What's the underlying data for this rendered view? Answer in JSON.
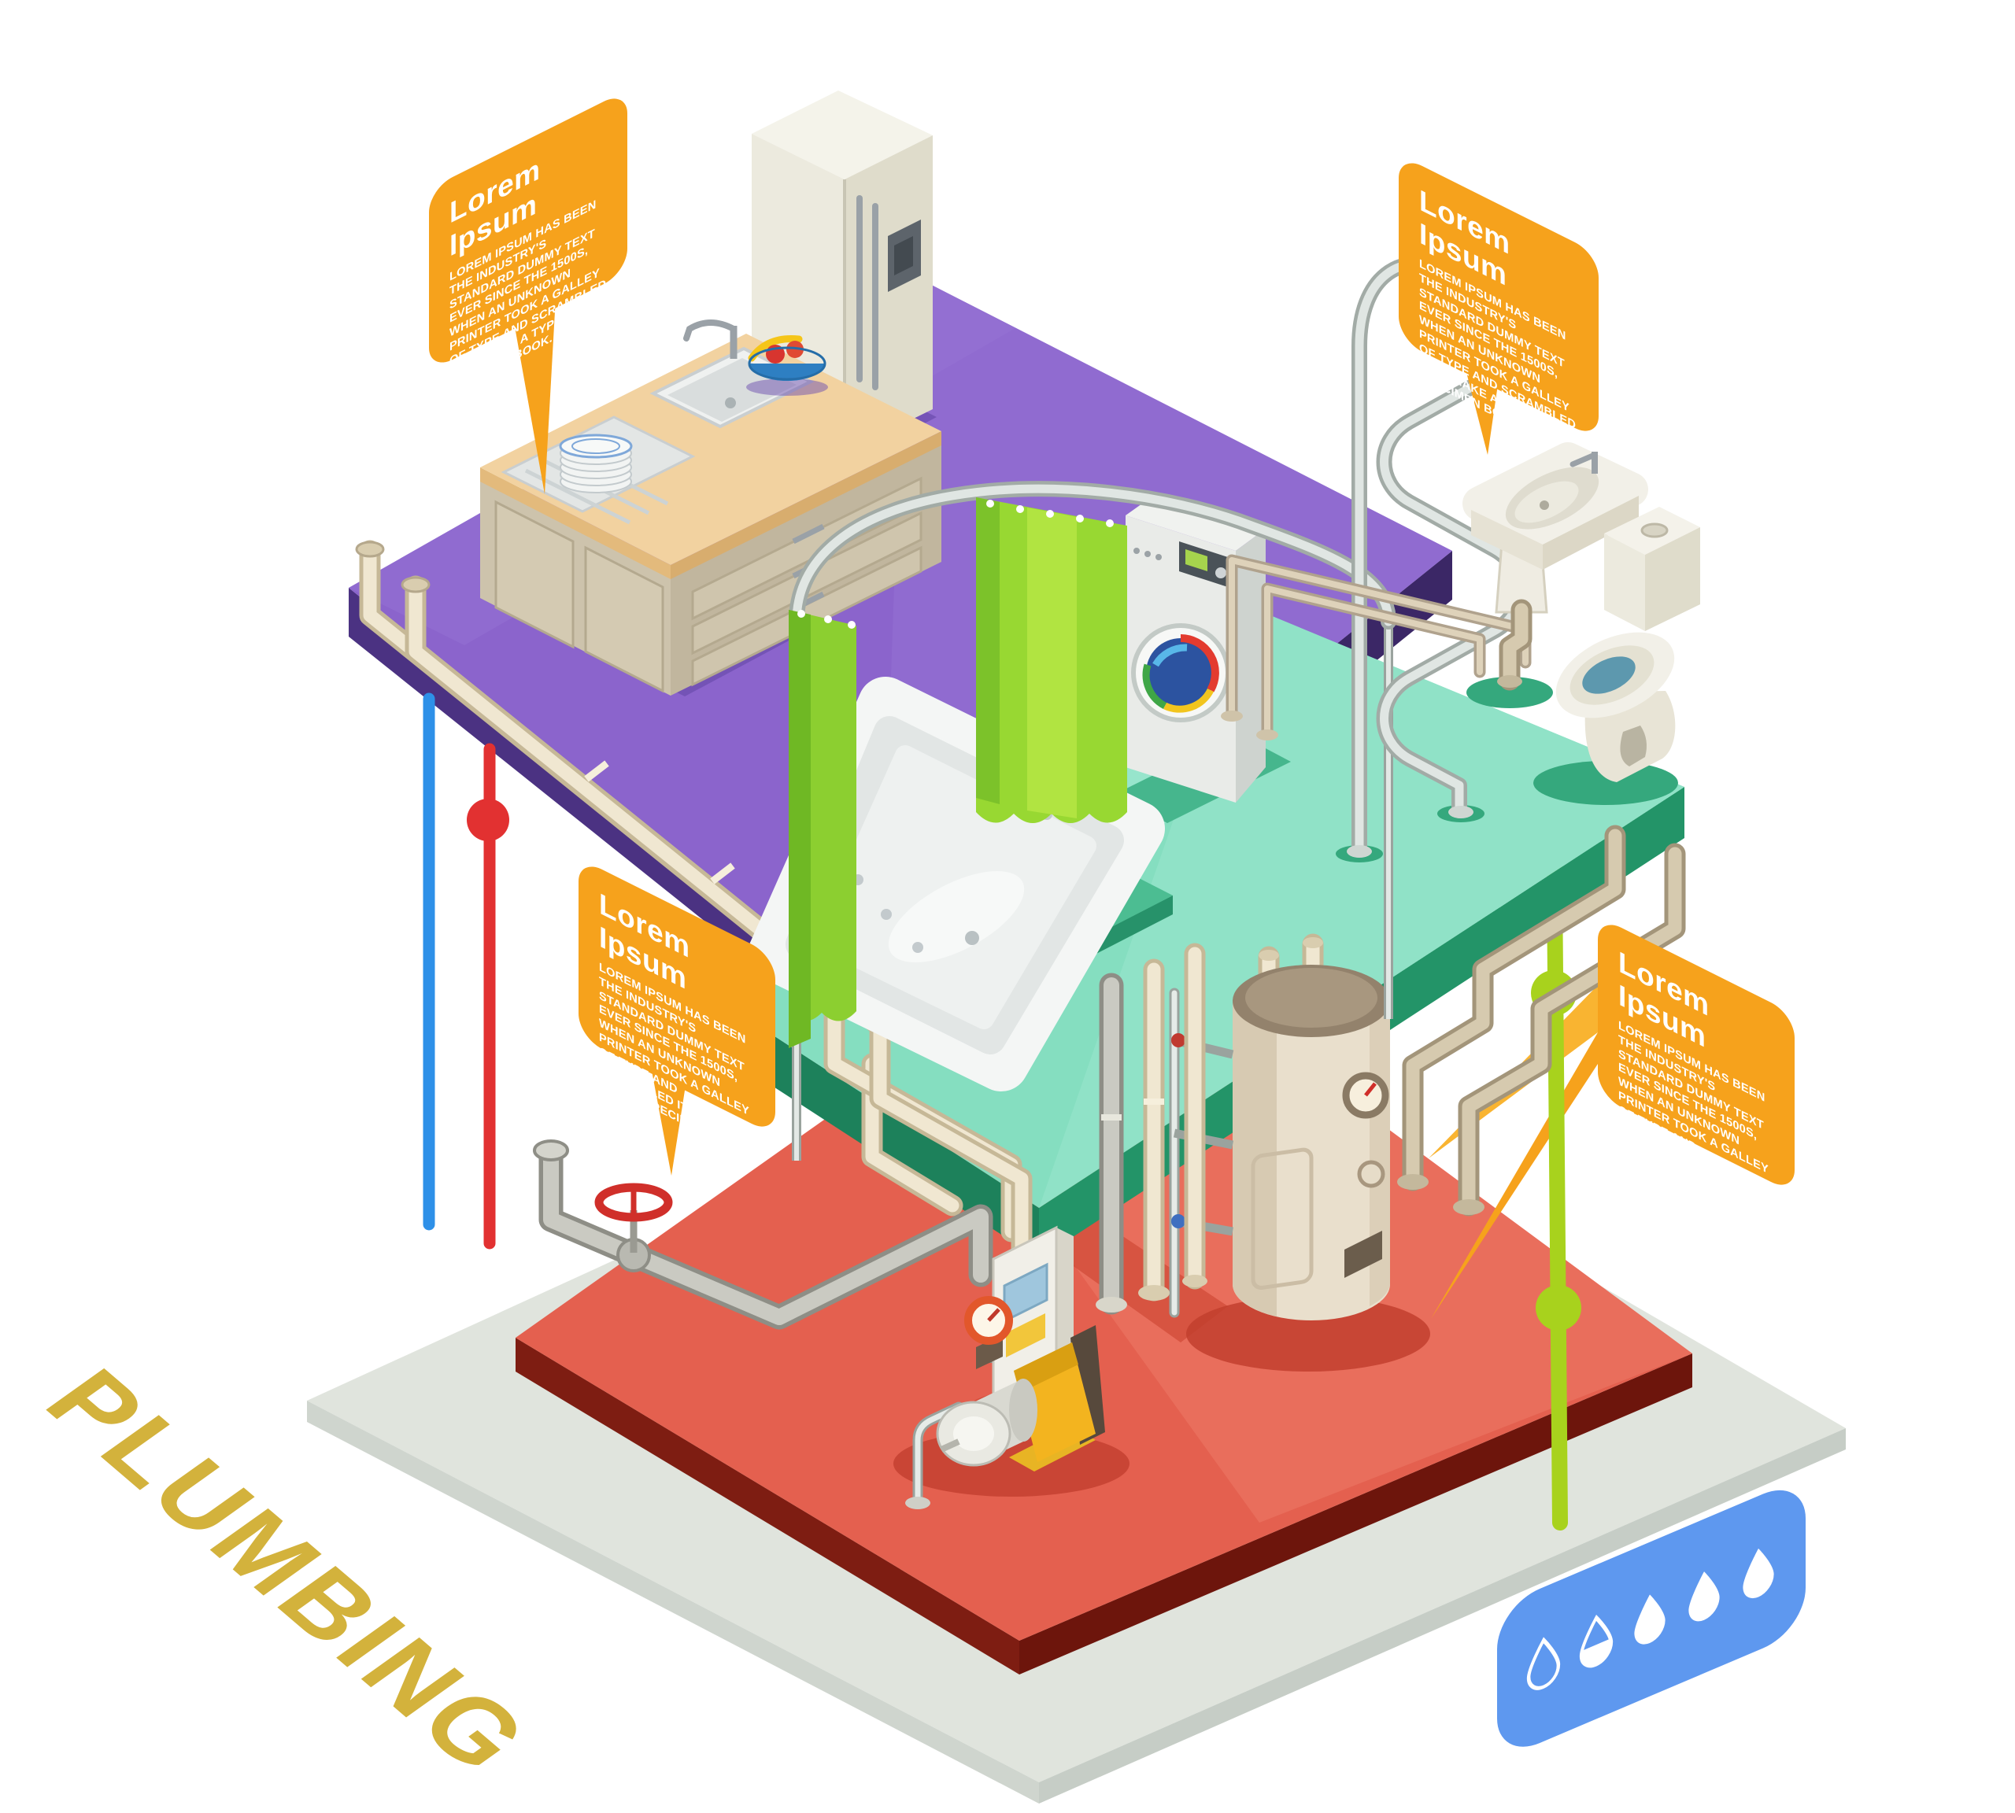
{
  "title": "PLUMBING",
  "callouts": [
    {
      "id": "kitchen-callout",
      "title": "Lorem Ipsum",
      "body": "LOREM IPSUM HAS BEEN THE INDUSTRY'S STANDARD DUMMY TEXT EVER SINCE THE 1500S, WHEN AN UNKNOWN PRINTER TOOK A GALLEY OF TYPE AND SCRAMBLED IT TO MAKE A TYPE SPECIMEN BOOK."
    },
    {
      "id": "bathroom-callout",
      "title": "Lorem Ipsum",
      "body": "LOREM IPSUM HAS BEEN THE INDUSTRY'S STANDARD DUMMY TEXT EVER SINCE THE 1500S, WHEN AN UNKNOWN PRINTER TOOK A GALLEY OF TYPE AND SCRAMBLED IT TO MAKE A TYPE SPECIMEN BOOK."
    },
    {
      "id": "valve-callout",
      "title": "Lorem Ipsum",
      "body": "LOREM IPSUM HAS BEEN THE INDUSTRY'S STANDARD DUMMY TEXT EVER SINCE THE 1500S, WHEN AN UNKNOWN PRINTER TOOK A GALLEY OF TYPE AND SCRAMBLED IT TO MAKE A TYPE SPECIMEN BOOK."
    },
    {
      "id": "basement-callout",
      "title": "Lorem Ipsum",
      "body": "LOREM IPSUM HAS BEEN THE INDUSTRY'S STANDARD DUMMY TEXT EVER SINCE THE 1500S, WHEN AN UNKNOWN PRINTER TOOK A GALLEY OF TYPE AND SCRAMBLED IT TO MAKE A TYPE SPECIMEN BOOK."
    }
  ],
  "badge": {
    "color": "#5e98ef",
    "drops": [
      "empty",
      "half",
      "full",
      "full",
      "full"
    ]
  },
  "scene": {
    "title_color": "#d3b23c",
    "callout_color": "#f6a21c",
    "floors": [
      {
        "name": "kitchen",
        "color": "#8b64cc",
        "objects": [
          "refrigerator",
          "kitchen-counter",
          "kitchen-sink",
          "faucet",
          "plates",
          "fruit-bowl"
        ]
      },
      {
        "name": "bathroom",
        "color": "#85dec0",
        "objects": [
          "bathtub",
          "shower-curtain",
          "shower-rail",
          "washing-machine",
          "towel-radiator",
          "washbasin",
          "toilet"
        ]
      },
      {
        "name": "basement",
        "color": "#e4604f",
        "objects": [
          "water-heater",
          "water-meter",
          "water-pump",
          "pressure-gauge",
          "shutoff-valve",
          "main-pipe"
        ]
      }
    ],
    "connector_lines": [
      {
        "name": "cold-water-line",
        "color": "#2e90e8"
      },
      {
        "name": "hot-water-line",
        "color": "#e23131"
      },
      {
        "name": "drain-line",
        "color": "#a8d21d"
      }
    ]
  }
}
